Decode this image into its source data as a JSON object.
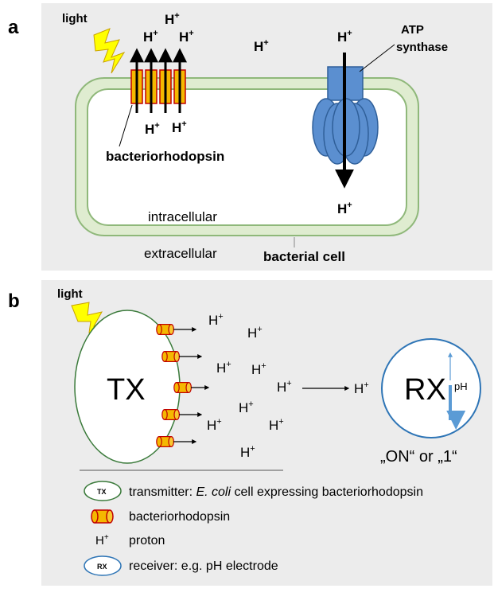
{
  "panel_a": {
    "letter": "a",
    "light": "light",
    "atp_synthase": [
      "ATP",
      "synthase"
    ],
    "intracellular": "intracellular",
    "extracellular": "extracellular",
    "bacterial_cell": "bacterial cell",
    "bacteriorhodopsin": "bacteriorhodopsin",
    "proton": "H",
    "plus": "+"
  },
  "panel_b": {
    "letter": "b",
    "light": "light",
    "tx": "TX",
    "rx": "RX",
    "ph": "pH",
    "proton": "H",
    "plus": "+",
    "on_label": "„ON“ or „1“"
  },
  "legend": {
    "tx_icon": "TX",
    "rx_icon": "RX",
    "proton_symbol": "H",
    "plus": "+",
    "tx_text_prefix": "transmitter: ",
    "tx_text_italic": "E. coli",
    "tx_text_suffix": " cell expressing bacteriorhodopsin",
    "br_text": "bacteriorhodopsin",
    "proton_text": "proton",
    "rx_text": "receiver: e.g. pH electrode"
  },
  "colors": {
    "panel_bg": "#ececec",
    "membrane_fill": "#dfecd0",
    "membrane_stroke": "#8fb87a",
    "br_fill": "#f5b800",
    "br_stroke": "#c00000",
    "atp_fill": "#5b8fd0",
    "atp_stroke": "#2f5f99",
    "lightning_fill": "#ffff00",
    "lightning_stroke": "#c8a000",
    "rx_stroke": "#2e75b6",
    "ph_arrow": "#5b9bd5"
  }
}
